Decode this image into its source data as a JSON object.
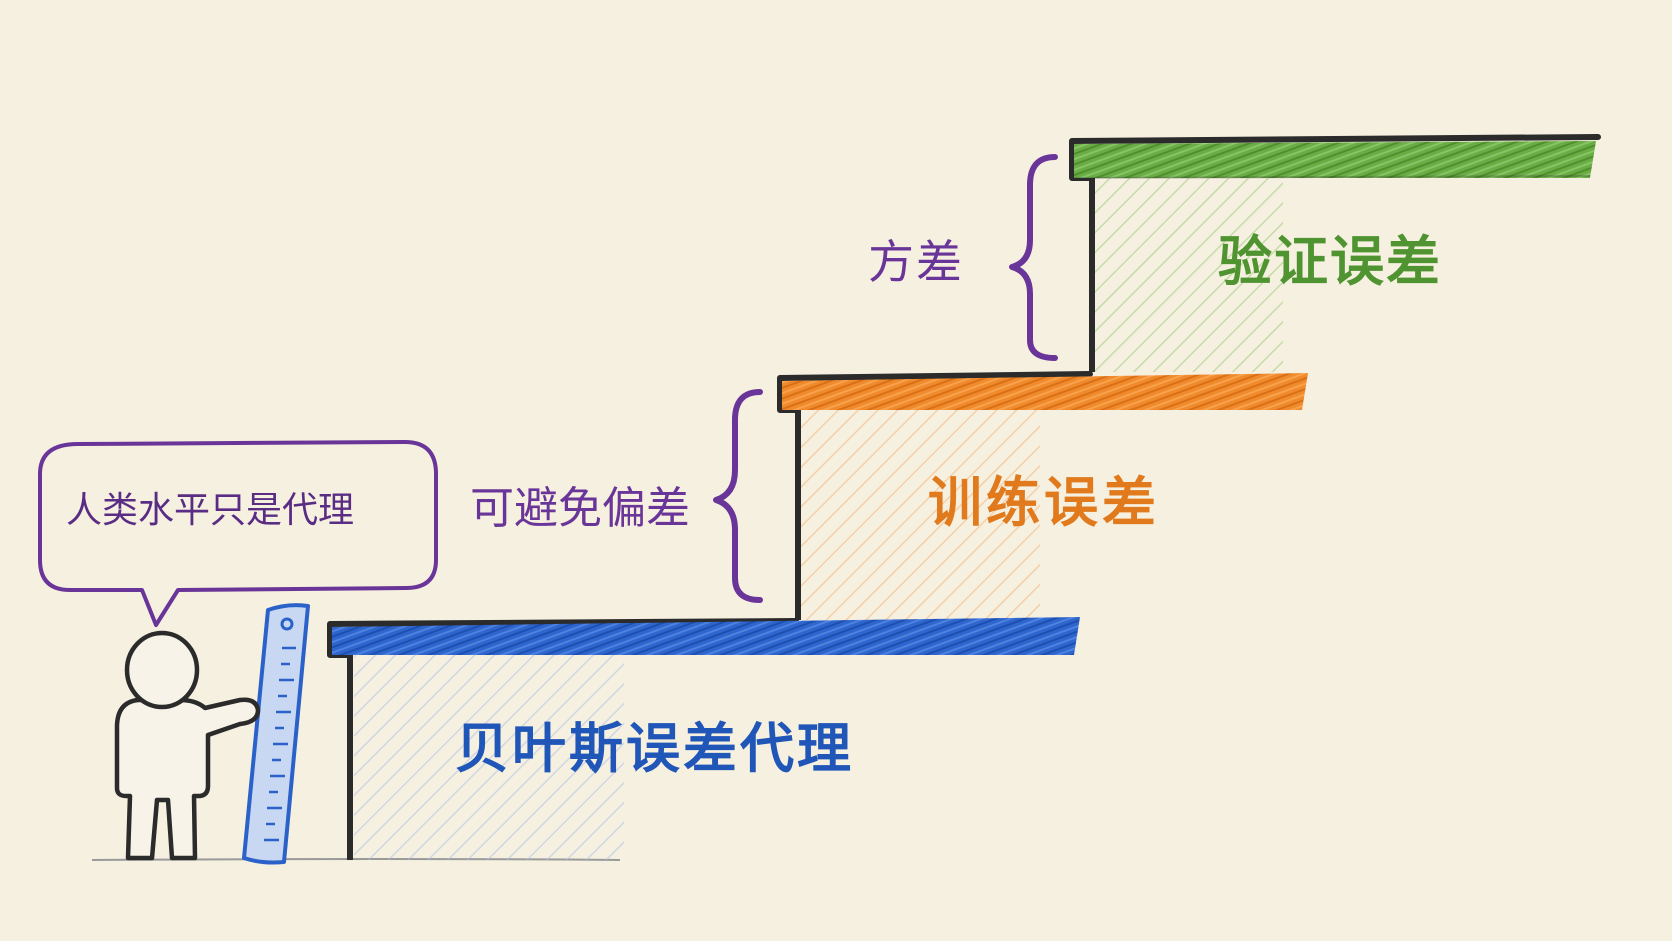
{
  "diagram": {
    "steps": [
      {
        "id": "green",
        "label": "验证误差",
        "color": "#5a9e3a"
      },
      {
        "id": "orange",
        "label": "训练误差",
        "color": "#e98324"
      },
      {
        "id": "blue",
        "label": "贝叶斯误差代理",
        "color": "#2a62c9"
      }
    ],
    "braces": [
      {
        "id": "variance",
        "label": "方差"
      },
      {
        "id": "bias",
        "label": "可避免偏差"
      }
    ],
    "speech_bubble": {
      "text": "人类水平只是代理"
    },
    "colors": {
      "background": "#f6f0e0",
      "outline": "#2b2b2b",
      "brace": "#6a3598",
      "ruler": "#2a62c9"
    },
    "icons": [
      "person-figure-icon",
      "ruler-icon",
      "speech-bubble-icon"
    ]
  }
}
